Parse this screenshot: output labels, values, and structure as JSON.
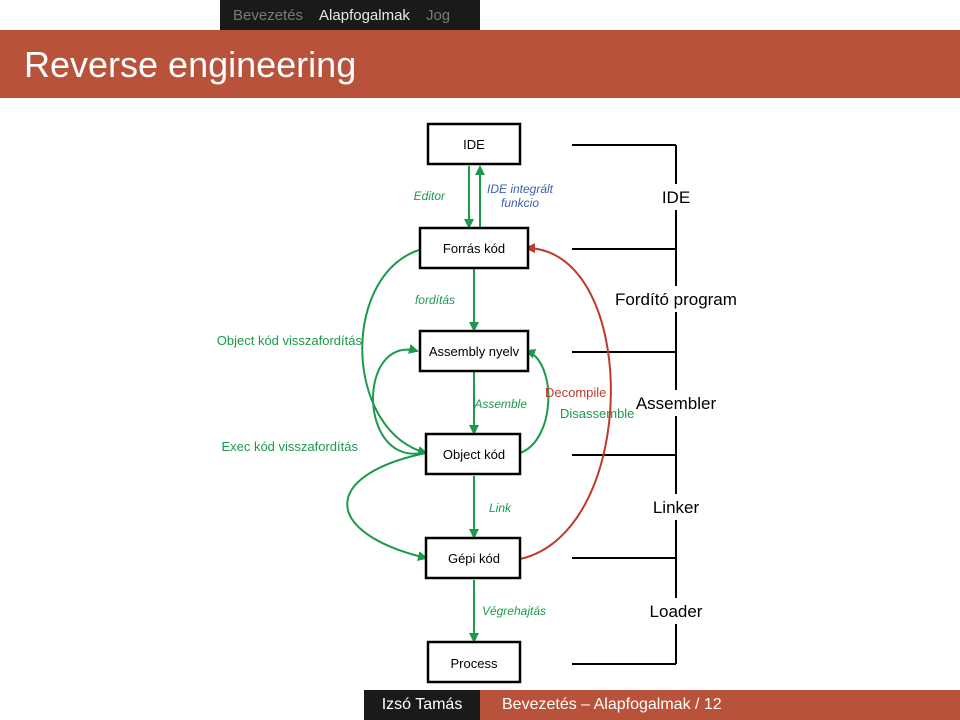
{
  "nav": {
    "items": [
      "Bevezetés",
      "Alapfogalmak",
      "Jog"
    ],
    "active_index": 1
  },
  "title": "Reverse engineering",
  "diagram": {
    "boxes": [
      "IDE",
      "Forrás kód",
      "Assembly nyelv",
      "Object kód",
      "Gépi kód",
      "Process"
    ],
    "edge_labels": {
      "editor": "Editor",
      "ide_func_1": "IDE integrált",
      "ide_func_2": "funkcio",
      "forditas": "fordítás",
      "assemble": "Assemble",
      "link": "Link",
      "vegrehajtas": "Végrehajtás"
    },
    "reverse_labels": {
      "decompile": "Decompile",
      "disassemble": "Disassemble",
      "object_vissza": "Object kód visszafordítás",
      "exec_vissza": "Exec kód visszafordítás"
    },
    "tools": [
      "IDE",
      "Fordító program",
      "Assembler",
      "Linker",
      "Loader"
    ]
  },
  "footer": {
    "author": "Izsó Tamás",
    "section": "Bevezetés – Alapfogalmak / 12"
  },
  "colors": {
    "title_bar": "#b9523b",
    "green": "#1a9a4a",
    "red": "#c0392b",
    "blue": "#3a5fb0"
  }
}
